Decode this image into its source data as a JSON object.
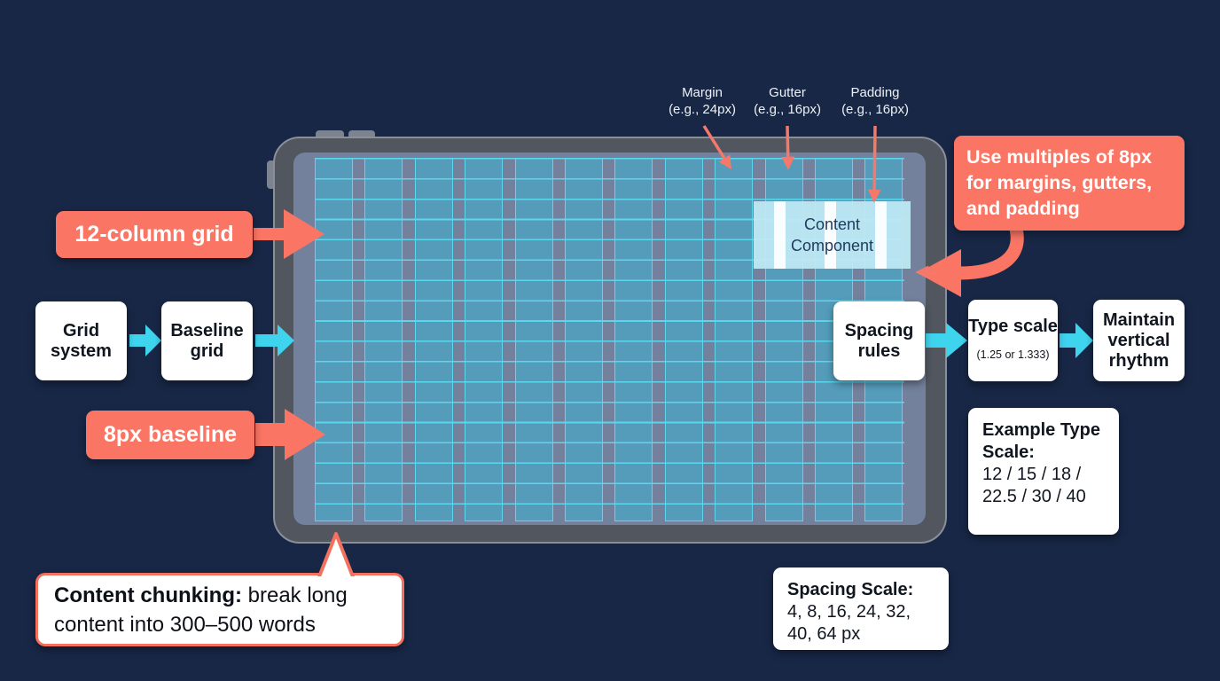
{
  "colors": {
    "background": "#182746",
    "accent_salmon": "#fa7564",
    "accent_cyan": "#3fd4ee",
    "grid_line_cyan": "#55d7ef",
    "screen_slate": "#73819d",
    "frame_gray": "#51565f",
    "component_fill": "#bfe9f5",
    "box_white": "#ffffff"
  },
  "device": {
    "grid_columns": 12,
    "component_label": "Content Component"
  },
  "annotations": {
    "margin": {
      "line1": "Margin",
      "line2": "(e.g., 24px)"
    },
    "gutter": {
      "line1": "Gutter",
      "line2": "(e.g., 16px)"
    },
    "padding": {
      "line1": "Padding",
      "line2": "(e.g., 16px)"
    }
  },
  "callouts": {
    "columns": "12-column grid",
    "baseline": "8px baseline",
    "multiples": "Use multiples of 8px for margins, gutters, and padding"
  },
  "flow": {
    "grid_system": "Grid system",
    "baseline_grid": "Baseline grid",
    "spacing_rules": "Spacing rules",
    "type_scale": "Type scale",
    "type_scale_sub": "(1.25 or 1.333)",
    "vertical_rhythm": "Maintain vertical rhythm"
  },
  "info": {
    "example_scale_title": "Example Type Scale:",
    "example_scale_values": "12 / 15 / 18 / 22.5 / 30 / 40",
    "spacing_scale_title": "Spacing Scale:",
    "spacing_scale_values": "4, 8, 16, 24, 32, 40, 64 px",
    "chunking_lead": "Content chunking:",
    "chunking_rest": " break long content into 300–500 words"
  }
}
